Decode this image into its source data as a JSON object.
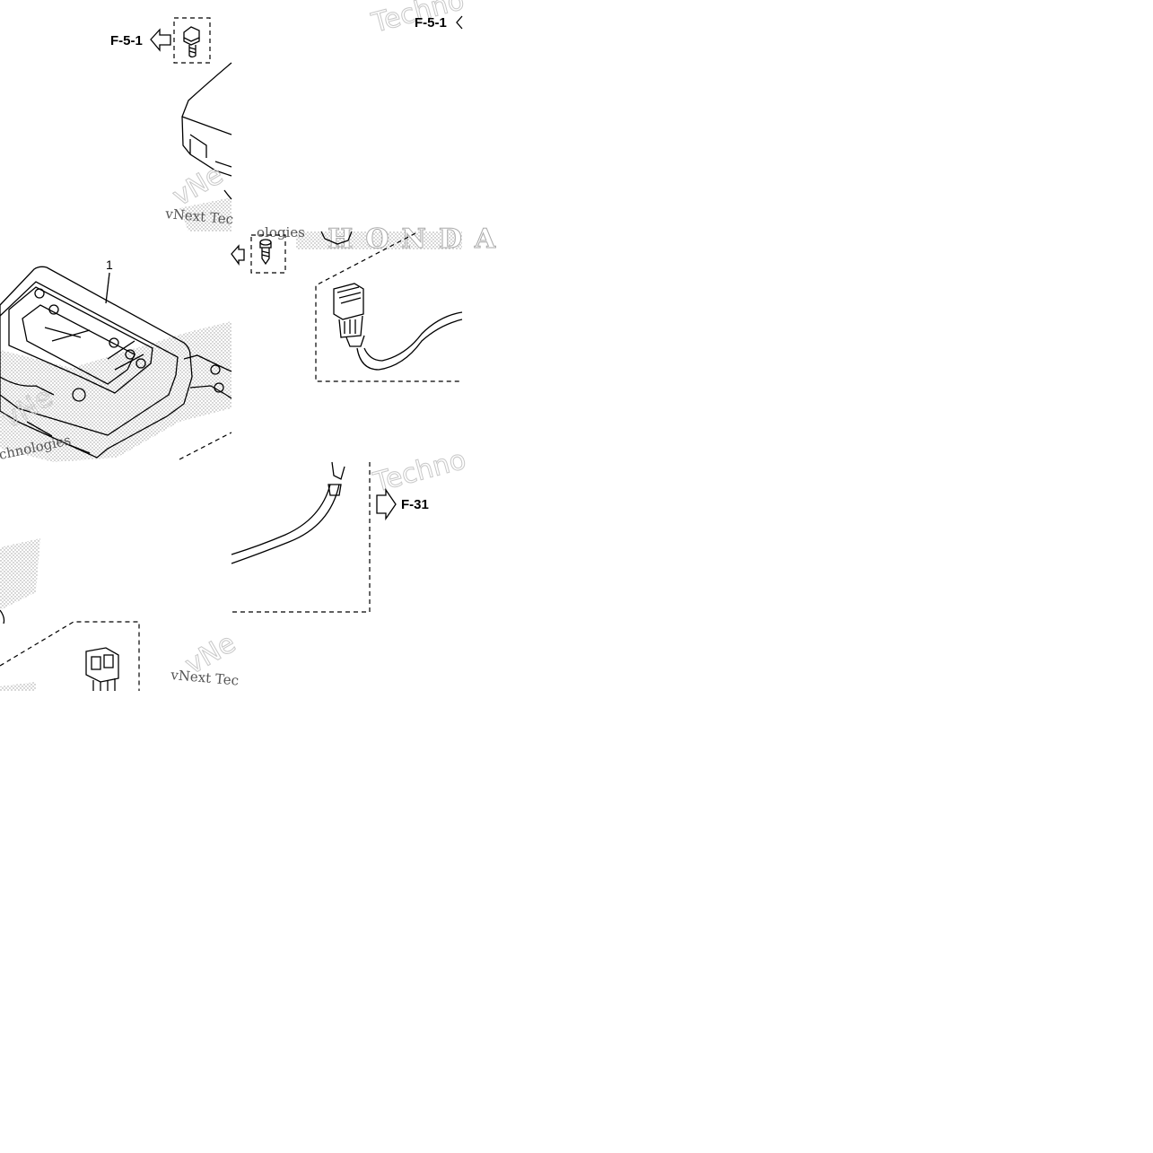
{
  "diagram": {
    "references": {
      "top_left_bolt": "F-5-1",
      "top_right_tile": "F-5-1",
      "harness_exit": "F-31"
    },
    "callouts": {
      "meter_assembly": "1"
    },
    "watermarks": {
      "vnext_1": "vNext Tec",
      "vnext_2": "vNext Tec",
      "technologies_1": "chnologies",
      "technologies_2": "ologies",
      "techno_top": "Techno",
      "techno_mid": "Techno",
      "vne_1": "vNe",
      "vne_2": "vNe"
    },
    "brand_watermark": "HONDA"
  }
}
